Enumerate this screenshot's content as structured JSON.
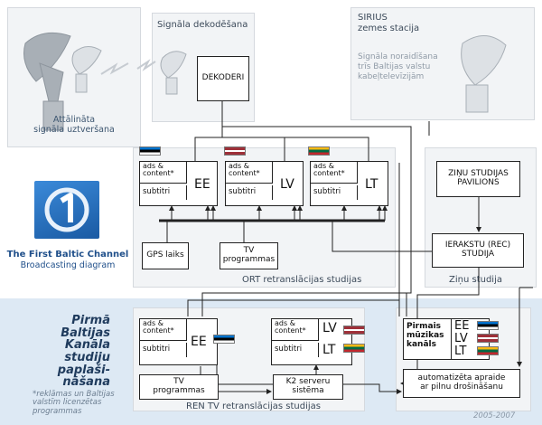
{
  "sections": {
    "remote_reception": "Attālināta\nsignāla uztveršana",
    "decoding": "Signāla dekodēšana",
    "sirius_title": "SIRIUS\nzemes stacija",
    "sirius_sub": "Signāla noraidīšana\ntrīs Baltijas valstu\nkabeļtelevīzijām",
    "ort": "ORT retranslācijas studijas",
    "news": "Ziņu studija",
    "ren": "REN TV retranslācijas studijas"
  },
  "boxes": {
    "dekoderi": "DEKODERI",
    "ads": "ads &\ncontent*",
    "subtitri": "subtitri",
    "ee": "EE",
    "lv": "LV",
    "lt": "LT",
    "gps": "GPS laiks",
    "tv_prog": "TV\nprogrammas",
    "news_pav": "ZIŅU STUDIJAS\nPAVILIONS",
    "rec_studio": "IERAKSTU (REC)\nSTUDIJA",
    "music": "Pirmais\nmūzikas\nkanāls",
    "k2": "K2 serveru\nsistēma",
    "auto": "automatizēta apraide\nar pilnu drošināšanu"
  },
  "logo": {
    "name": "The First Baltic Channel",
    "sub": "Broadcasting diagram"
  },
  "heading": "Pirmā\nBaltijas\nKanāla\nstudiju\npaplaši-\nnāšana",
  "footnote": "*reklāmas un Baltijas\nvalstīm licenzētas\nprogrammas",
  "years": "2005-2007",
  "colors": {
    "accent": "#1f3b5d",
    "logo_blue": "#1f6fc4",
    "ee": [
      "#0072ce",
      "#000000",
      "#ffffff"
    ],
    "lv": [
      "#9e3039",
      "#ffffff",
      "#9e3039"
    ],
    "lt": [
      "#fdb913",
      "#006a44",
      "#c1272d"
    ]
  }
}
